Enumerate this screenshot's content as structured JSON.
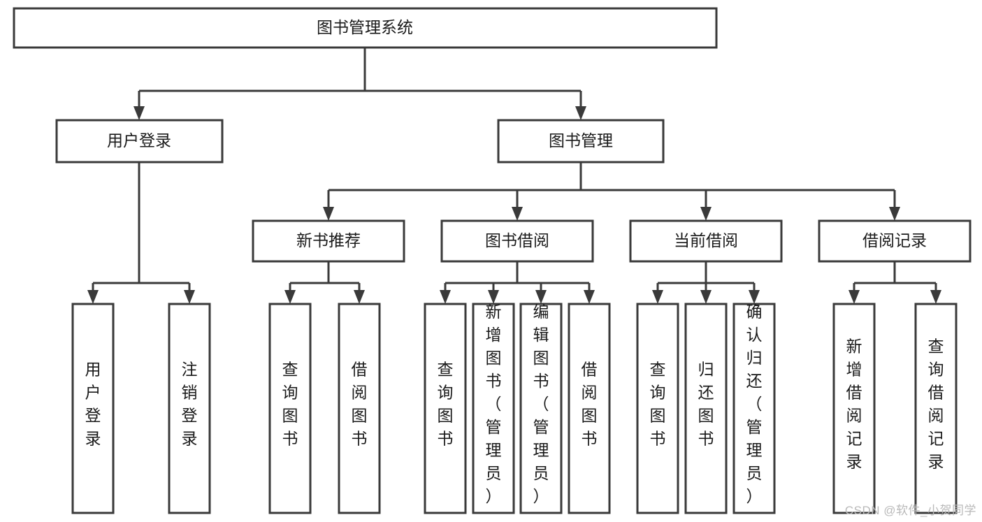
{
  "diagram": {
    "type": "tree-hierarchy-flowchart",
    "title": "图书管理系统",
    "orientation": "top-down",
    "watermark": "CSDN @软件_小贺同学",
    "colors": {
      "background": "#ffffff",
      "node_fill": "#ffffff",
      "node_stroke": "#3a3a3a",
      "text": "#1a1a1a",
      "watermark": "#b9b9b9"
    },
    "levels": [
      {
        "level": 1,
        "nodes": [
          {
            "id": "root",
            "label": "图书管理系统",
            "orientation": "horizontal"
          }
        ]
      },
      {
        "level": 2,
        "nodes": [
          {
            "id": "login",
            "label": "用户登录",
            "orientation": "horizontal",
            "parent": "root"
          },
          {
            "id": "bookmgmt",
            "label": "图书管理",
            "orientation": "horizontal",
            "parent": "root"
          }
        ]
      },
      {
        "level": 3,
        "nodes": [
          {
            "id": "newbook",
            "label": "新书推荐",
            "orientation": "horizontal",
            "parent": "bookmgmt"
          },
          {
            "id": "borrow",
            "label": "图书借阅",
            "orientation": "horizontal",
            "parent": "bookmgmt"
          },
          {
            "id": "current",
            "label": "当前借阅",
            "orientation": "horizontal",
            "parent": "bookmgmt"
          },
          {
            "id": "records",
            "label": "借阅记录",
            "orientation": "horizontal",
            "parent": "bookmgmt"
          }
        ]
      },
      {
        "level": 4,
        "nodes": [
          {
            "id": "leaf1",
            "label": "用户登录",
            "orientation": "vertical",
            "parent": "login"
          },
          {
            "id": "leaf2",
            "label": "注销登录",
            "orientation": "vertical",
            "parent": "login"
          },
          {
            "id": "leaf3",
            "label": "查询图书",
            "orientation": "vertical",
            "parent": "newbook"
          },
          {
            "id": "leaf4",
            "label": "借阅图书",
            "orientation": "vertical",
            "parent": "newbook"
          },
          {
            "id": "leaf5",
            "label": "查询图书",
            "orientation": "vertical",
            "parent": "borrow"
          },
          {
            "id": "leaf6",
            "label": "新增图书（管理员）",
            "orientation": "vertical",
            "parent": "borrow"
          },
          {
            "id": "leaf7",
            "label": "编辑图书（管理员）",
            "orientation": "vertical",
            "parent": "borrow"
          },
          {
            "id": "leaf8",
            "label": "借阅图书",
            "orientation": "vertical",
            "parent": "borrow"
          },
          {
            "id": "leaf9",
            "label": "查询图书",
            "orientation": "vertical",
            "parent": "current"
          },
          {
            "id": "leaf10",
            "label": "归还图书",
            "orientation": "vertical",
            "parent": "current"
          },
          {
            "id": "leaf11",
            "label": "确认归还（管理员）",
            "orientation": "vertical",
            "parent": "current"
          },
          {
            "id": "leaf12",
            "label": "新增借阅记录",
            "orientation": "vertical",
            "parent": "records"
          },
          {
            "id": "leaf13",
            "label": "查询借阅记录",
            "orientation": "vertical",
            "parent": "records"
          }
        ]
      }
    ]
  }
}
